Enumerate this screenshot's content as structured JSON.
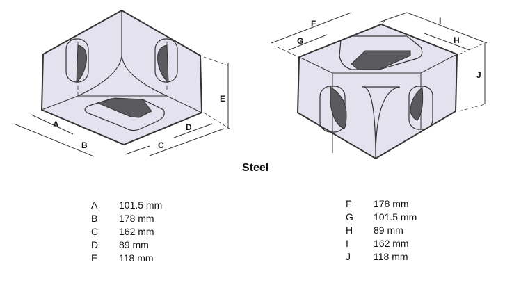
{
  "title": "Steel",
  "colors": {
    "body": "#e4e2ee",
    "hole": "#5a5a5e",
    "line": "#333333"
  },
  "dimension_labels": {
    "A": "A",
    "B": "B",
    "C": "C",
    "D": "D",
    "E": "E",
    "F": "F",
    "G": "G",
    "H": "H",
    "I": "I",
    "J": "J"
  },
  "specs_left": [
    {
      "key": "A",
      "value": "101.5 mm"
    },
    {
      "key": "B",
      "value": "178 mm"
    },
    {
      "key": "C",
      "value": "162 mm"
    },
    {
      "key": "D",
      "value": "89 mm"
    },
    {
      "key": "E",
      "value": "118 mm"
    }
  ],
  "specs_right": [
    {
      "key": "F",
      "value": "178 mm"
    },
    {
      "key": "G",
      "value": "101.5 mm"
    },
    {
      "key": "H",
      "value": "89 mm"
    },
    {
      "key": "I",
      "value": "162 mm"
    },
    {
      "key": "J",
      "value": "118 mm"
    }
  ]
}
